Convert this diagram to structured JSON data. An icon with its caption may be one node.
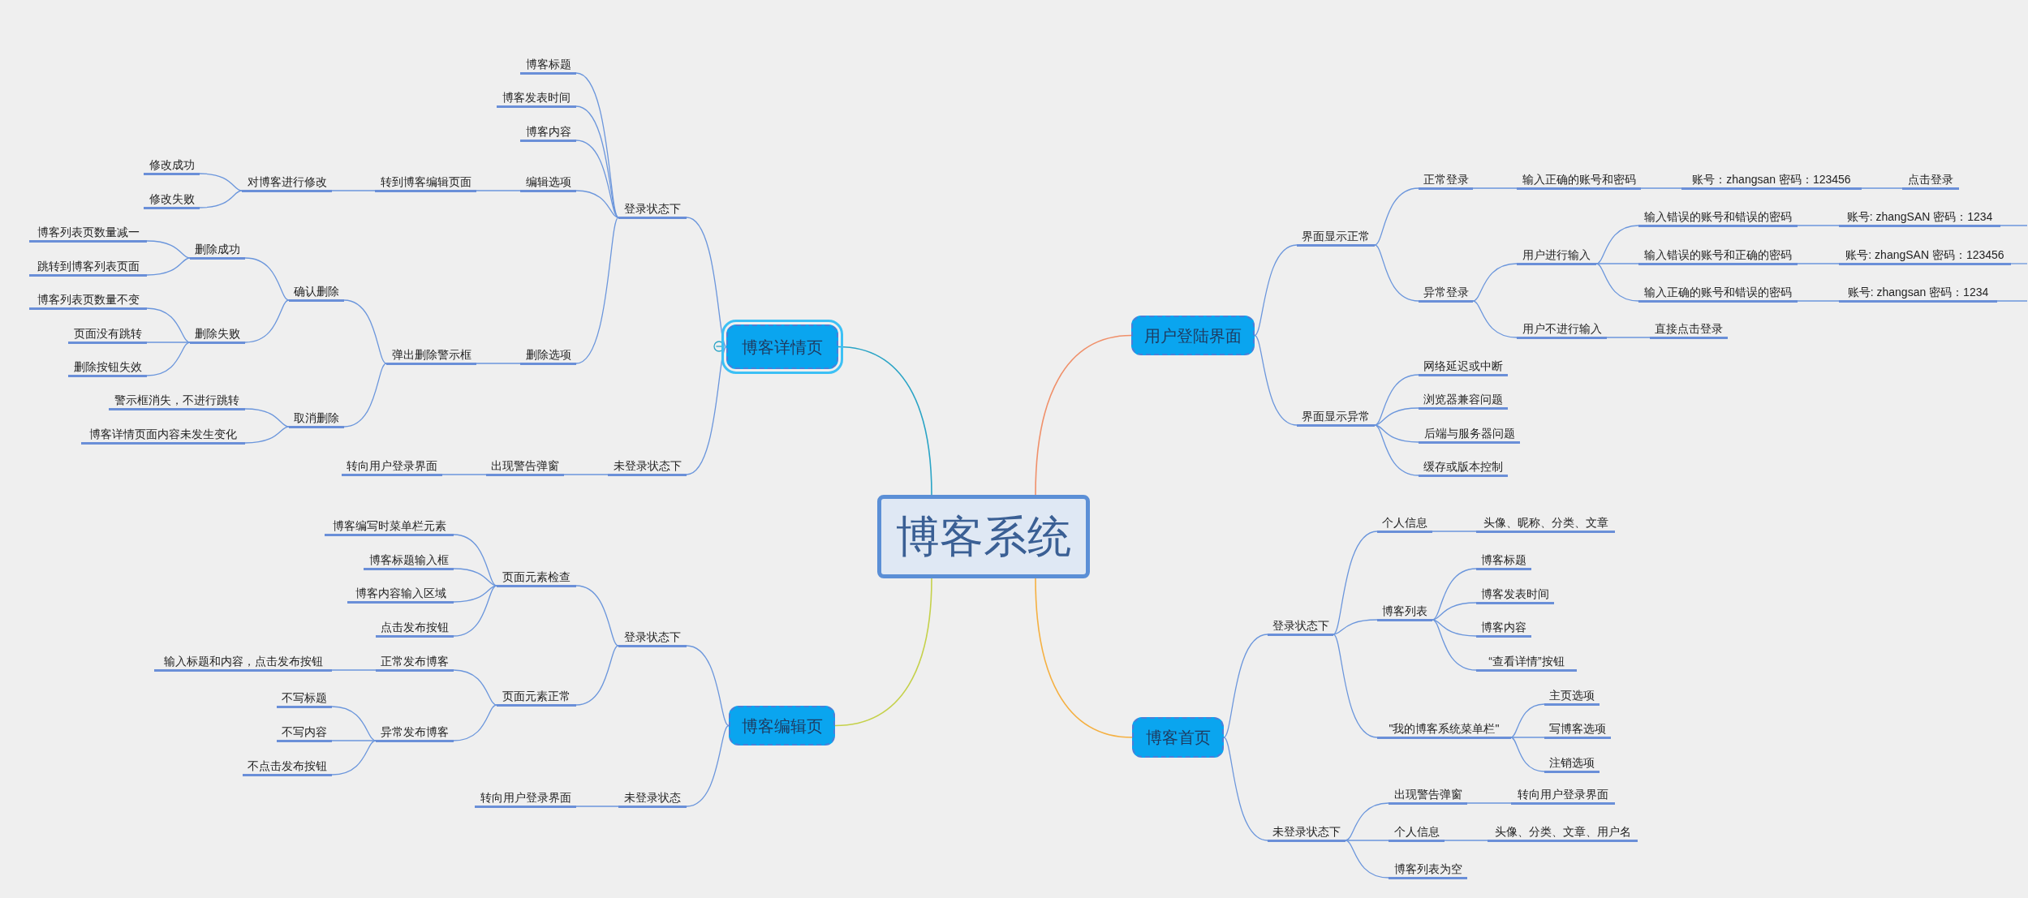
{
  "diagram": {
    "nodes": [
      {
        "text": [
          "博客系统"
        ]
      },
      {
        "text": [
          "博客详情页"
        ]
      },
      {
        "text": [
          "登录状态下"
        ]
      },
      {
        "text": [
          "博客标题"
        ]
      },
      {
        "text": [
          "博客发表时间"
        ]
      },
      {
        "text": [
          "博客内容"
        ]
      },
      {
        "text": [
          "编辑选项"
        ]
      },
      {
        "text": [
          "转到博客编辑页面"
        ]
      },
      {
        "text": [
          "对博客进行修改"
        ]
      },
      {
        "text": [
          "修改成功"
        ]
      },
      {
        "text": [
          "修改失败"
        ]
      },
      {
        "text": [
          "删除选项"
        ]
      },
      {
        "text": [
          "弹出删除警示框"
        ]
      },
      {
        "text": [
          "确认删除"
        ]
      },
      {
        "text": [
          "删除成功"
        ]
      },
      {
        "text": [
          "博客列表页数量减一"
        ]
      },
      {
        "text": [
          "跳转到博客列表页面"
        ]
      },
      {
        "text": [
          "删除失败"
        ]
      },
      {
        "text": [
          "博客列表页数量不变"
        ]
      },
      {
        "text": [
          "页面没有跳转"
        ]
      },
      {
        "text": [
          "删除按钮失效"
        ]
      },
      {
        "text": [
          "取消删除"
        ]
      },
      {
        "text": [
          "警示框消失，不进行跳转"
        ]
      },
      {
        "text": [
          "博客详情页面内容未发生变化"
        ]
      },
      {
        "text": [
          "未登录状态下"
        ]
      },
      {
        "text": [
          "出现警告弹窗"
        ]
      },
      {
        "text": [
          "转向用户登录界面"
        ]
      },
      {
        "text": [
          "用户登陆界面"
        ]
      },
      {
        "text": [
          "界面显示正常"
        ]
      },
      {
        "text": [
          "正常登录"
        ]
      },
      {
        "text": [
          "输入正确的账号和密码"
        ]
      },
      {
        "text": [
          "账号：zhangsan 密码：123456"
        ]
      },
      {
        "text": [
          "点击登录"
        ]
      },
      {
        "text": [
          "异常登录"
        ]
      },
      {
        "text": [
          "用户进行输入"
        ]
      },
      {
        "text": [
          "输入错误的账号和错误的密码"
        ]
      },
      {
        "text": [
          "账号: zhangSAN 密码：1234"
        ]
      },
      {
        "text": [
          "输入错误的账号和正确的密码"
        ]
      },
      {
        "text": [
          "账号: zhangSAN 密码：123456"
        ]
      },
      {
        "text": [
          "输入正确的账号和错误的密码"
        ]
      },
      {
        "text": [
          "账号: zhangsan 密码：1234"
        ]
      },
      {
        "text": [
          "用户不进行输入"
        ]
      },
      {
        "text": [
          "直接点击登录"
        ]
      },
      {
        "text": [
          "界面显示异常"
        ]
      },
      {
        "text": [
          "网络延迟或中断"
        ]
      },
      {
        "text": [
          "浏览器兼容问题"
        ]
      },
      {
        "text": [
          "后端与服务器问题"
        ]
      },
      {
        "text": [
          "缓存或版本控制"
        ]
      },
      {
        "text": [
          "博客编辑页"
        ]
      },
      {
        "text": [
          "登录状态下"
        ]
      },
      {
        "text": [
          "页面元素检查"
        ]
      },
      {
        "text": [
          "博客编写时菜单栏元素"
        ]
      },
      {
        "text": [
          "博客标题输入框"
        ]
      },
      {
        "text": [
          "博客内容输入区域"
        ]
      },
      {
        "text": [
          "点击发布按钮"
        ]
      },
      {
        "text": [
          "页面元素正常"
        ]
      },
      {
        "text": [
          "正常发布博客"
        ]
      },
      {
        "text": [
          "输入标题和内容，点击发布按钮"
        ]
      },
      {
        "text": [
          "异常发布博客"
        ]
      },
      {
        "text": [
          "不写标题"
        ]
      },
      {
        "text": [
          "不写内容"
        ]
      },
      {
        "text": [
          "不点击发布按钮"
        ]
      },
      {
        "text": [
          "未登录状态"
        ]
      },
      {
        "text": [
          "转向用户登录界面"
        ]
      },
      {
        "text": [
          "博客首页"
        ]
      },
      {
        "text": [
          "登录状态下"
        ]
      },
      {
        "text": [
          "个人信息"
        ]
      },
      {
        "text": [
          "头像、昵称、分类、文章"
        ]
      },
      {
        "text": [
          "博客列表"
        ]
      },
      {
        "text": [
          "博客标题"
        ]
      },
      {
        "text": [
          "博客发表时间"
        ]
      },
      {
        "text": [
          "博客内容"
        ]
      },
      {
        "text": [
          "“查看详情”按钮"
        ]
      },
      {
        "text": [
          "\"我的博客系统菜单栏\""
        ]
      },
      {
        "text": [
          "主页选项"
        ]
      },
      {
        "text": [
          "写博客选项"
        ]
      },
      {
        "text": [
          "注销选项"
        ]
      },
      {
        "text": [
          "未登录状态下"
        ]
      },
      {
        "text": [
          "出现警告弹窗"
        ]
      },
      {
        "text": [
          "转向用户登录界面"
        ]
      },
      {
        "text": [
          "个人信息"
        ]
      },
      {
        "text": [
          "头像、分类、文章、用户名"
        ]
      },
      {
        "text": [
          "博客列表为空"
        ]
      }
    ],
    "edges": [
      {
        "from": 0,
        "to": 1,
        "arrow": "none",
        "color": "#2aa4c6"
      },
      {
        "from": 0,
        "to": 27,
        "arrow": "none",
        "color": "#f0906a"
      },
      {
        "from": 0,
        "to": 48,
        "arrow": "none",
        "color": "#c5d14a"
      },
      {
        "from": 0,
        "to": 64,
        "arrow": "none",
        "color": "#f5b041"
      },
      {
        "from": 1,
        "to": 2,
        "arrow": "none"
      },
      {
        "from": 1,
        "to": 24,
        "arrow": "none"
      },
      {
        "from": 2,
        "to": 3,
        "arrow": "none"
      },
      {
        "from": 2,
        "to": 4,
        "arrow": "none"
      },
      {
        "from": 2,
        "to": 5,
        "arrow": "none"
      },
      {
        "from": 2,
        "to": 6,
        "arrow": "none"
      },
      {
        "from": 2,
        "to": 11,
        "arrow": "none"
      },
      {
        "from": 6,
        "to": 7,
        "arrow": "none"
      },
      {
        "from": 7,
        "to": 8,
        "arrow": "none"
      },
      {
        "from": 8,
        "to": 9,
        "arrow": "none"
      },
      {
        "from": 8,
        "to": 10,
        "arrow": "none"
      },
      {
        "from": 11,
        "to": 12,
        "arrow": "none"
      },
      {
        "from": 12,
        "to": 13,
        "arrow": "none"
      },
      {
        "from": 12,
        "to": 21,
        "arrow": "none"
      },
      {
        "from": 13,
        "to": 14,
        "arrow": "none"
      },
      {
        "from": 13,
        "to": 17,
        "arrow": "none"
      },
      {
        "from": 14,
        "to": 15,
        "arrow": "none"
      },
      {
        "from": 14,
        "to": 16,
        "arrow": "none"
      },
      {
        "from": 17,
        "to": 18,
        "arrow": "none"
      },
      {
        "from": 17,
        "to": 19,
        "arrow": "none"
      },
      {
        "from": 17,
        "to": 20,
        "arrow": "none"
      },
      {
        "from": 21,
        "to": 22,
        "arrow": "none"
      },
      {
        "from": 21,
        "to": 23,
        "arrow": "none"
      },
      {
        "from": 24,
        "to": 25,
        "arrow": "none"
      },
      {
        "from": 25,
        "to": 26,
        "arrow": "none"
      },
      {
        "from": 27,
        "to": 28,
        "arrow": "none"
      },
      {
        "from": 27,
        "to": 43,
        "arrow": "none"
      },
      {
        "from": 28,
        "to": 29,
        "arrow": "none"
      },
      {
        "from": 28,
        "to": 33,
        "arrow": "none"
      },
      {
        "from": 29,
        "to": 30,
        "arrow": "none"
      },
      {
        "from": 30,
        "to": 31,
        "arrow": "none"
      },
      {
        "from": 31,
        "to": 32,
        "arrow": "none"
      },
      {
        "from": 33,
        "to": 34,
        "arrow": "none"
      },
      {
        "from": 33,
        "to": 41,
        "arrow": "none"
      },
      {
        "from": 34,
        "to": 35,
        "arrow": "none"
      },
      {
        "from": 34,
        "to": 37,
        "arrow": "none"
      },
      {
        "from": 34,
        "to": 39,
        "arrow": "none"
      },
      {
        "from": 35,
        "to": 36,
        "arrow": "none"
      },
      {
        "from": 37,
        "to": 38,
        "arrow": "none"
      },
      {
        "from": 39,
        "to": 40,
        "arrow": "none"
      },
      {
        "from": 36,
        "to": null,
        "arrow": "none"
      },
      {
        "from": 38,
        "to": null,
        "arrow": "none"
      },
      {
        "from": 40,
        "to": null,
        "arrow": "none"
      },
      {
        "from": 41,
        "to": 42,
        "arrow": "none"
      },
      {
        "from": 43,
        "to": 44,
        "arrow": "none"
      },
      {
        "from": 43,
        "to": 45,
        "arrow": "none"
      },
      {
        "from": 43,
        "to": 46,
        "arrow": "none"
      },
      {
        "from": 43,
        "to": 47,
        "arrow": "none"
      },
      {
        "from": 48,
        "to": 49,
        "arrow": "none"
      },
      {
        "from": 48,
        "to": 62,
        "arrow": "none"
      },
      {
        "from": 49,
        "to": 50,
        "arrow": "none"
      },
      {
        "from": 49,
        "to": 55,
        "arrow": "none"
      },
      {
        "from": 50,
        "to": 51,
        "arrow": "none"
      },
      {
        "from": 50,
        "to": 52,
        "arrow": "none"
      },
      {
        "from": 50,
        "to": 53,
        "arrow": "none"
      },
      {
        "from": 50,
        "to": 54,
        "arrow": "none"
      },
      {
        "from": 55,
        "to": 56,
        "arrow": "none"
      },
      {
        "from": 55,
        "to": 58,
        "arrow": "none"
      },
      {
        "from": 56,
        "to": 57,
        "arrow": "none"
      },
      {
        "from": 58,
        "to": 59,
        "arrow": "none"
      },
      {
        "from": 58,
        "to": 60,
        "arrow": "none"
      },
      {
        "from": 58,
        "to": 61,
        "arrow": "none"
      },
      {
        "from": 62,
        "to": 63,
        "arrow": "none"
      },
      {
        "from": 64,
        "to": 65,
        "arrow": "none"
      },
      {
        "from": 64,
        "to": 77,
        "arrow": "none"
      },
      {
        "from": 65,
        "to": 66,
        "arrow": "none"
      },
      {
        "from": 65,
        "to": 68,
        "arrow": "none"
      },
      {
        "from": 65,
        "to": 73,
        "arrow": "none"
      },
      {
        "from": 66,
        "to": 67,
        "arrow": "none"
      },
      {
        "from": 68,
        "to": 69,
        "arrow": "none"
      },
      {
        "from": 68,
        "to": 70,
        "arrow": "none"
      },
      {
        "from": 68,
        "to": 71,
        "arrow": "none"
      },
      {
        "from": 68,
        "to": 72,
        "arrow": "none"
      },
      {
        "from": 73,
        "to": 74,
        "arrow": "none"
      },
      {
        "from": 73,
        "to": 75,
        "arrow": "none"
      },
      {
        "from": 73,
        "to": 76,
        "arrow": "none"
      },
      {
        "from": 77,
        "to": 78,
        "arrow": "none"
      },
      {
        "from": 77,
        "to": 80,
        "arrow": "none"
      },
      {
        "from": 77,
        "to": 82,
        "arrow": "none"
      },
      {
        "from": 78,
        "to": 79,
        "arrow": "none"
      },
      {
        "from": 80,
        "to": 81,
        "arrow": "none"
      }
    ]
  }
}
